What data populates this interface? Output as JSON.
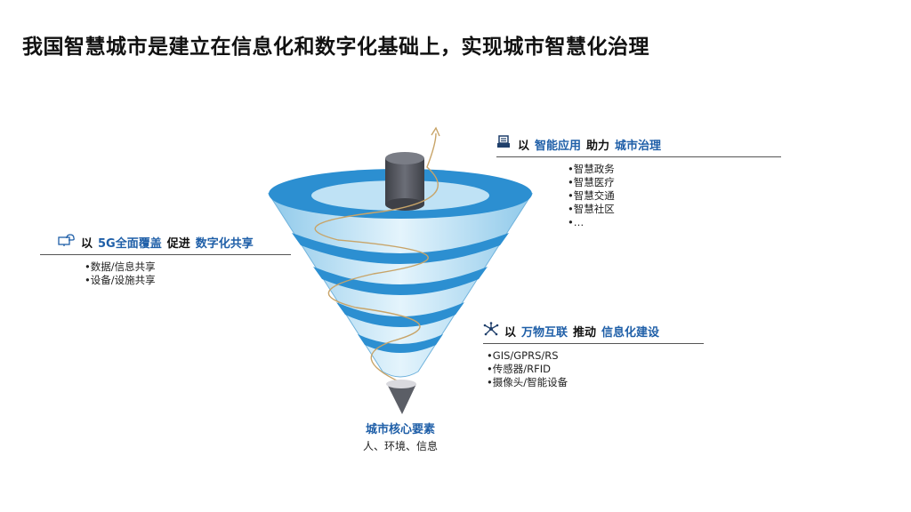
{
  "title": "我国智慧城市是建立在信息化和数字化基础上，实现城市智慧化治理",
  "sections": {
    "top": {
      "head": [
        "以",
        "智能应用",
        "助力",
        "城市治理"
      ],
      "items": [
        "•智慧政务",
        "•智慧医疗",
        "•智慧交通",
        "•智慧社区",
        "•…"
      ]
    },
    "left": {
      "head": [
        "以",
        "5G全面覆盖",
        "促进",
        "数字化共享"
      ],
      "items": [
        "•数据/信息共享",
        "•设备/设施共享"
      ]
    },
    "right": {
      "head": [
        "以",
        "万物互联",
        "推动",
        "信息化建设"
      ],
      "items": [
        "•GIS/GPRS/RS",
        "•传感器/RFID",
        "•摄像头/智能设备"
      ]
    }
  },
  "core": {
    "title": "城市核心要素",
    "subtitle": "人、环境、信息"
  },
  "colors": {
    "accent": "#1f5fa8",
    "ring": "#2c8fd1",
    "ring_inner": "#bfe2f5"
  },
  "icons": {
    "top": "document-icon",
    "left": "cloud-monitor-icon",
    "right": "network-icon"
  }
}
